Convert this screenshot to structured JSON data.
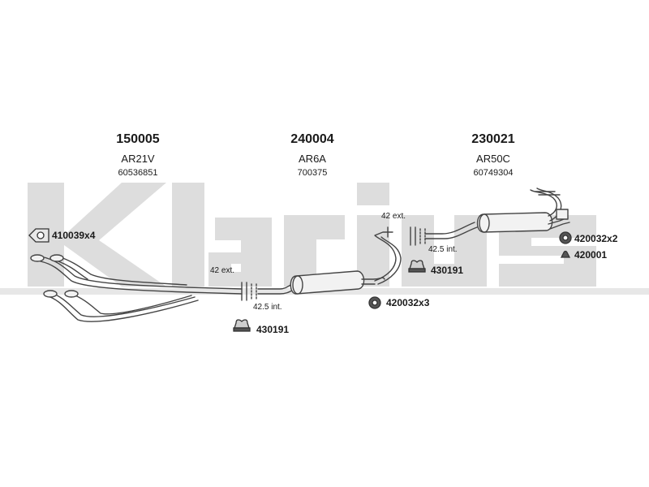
{
  "watermark": {
    "brand": "Klarius",
    "color": "#dddddd"
  },
  "groups": [
    {
      "part_number": "150005",
      "code": "AR21V",
      "reference": "60536851"
    },
    {
      "part_number": "240004",
      "code": "AR6A",
      "reference": "700375"
    },
    {
      "part_number": "230021",
      "code": "AR50C",
      "reference": "60749304"
    }
  ],
  "joints": [
    {
      "ext": "42 ext.",
      "int": "42.5 int."
    },
    {
      "ext": "42 ext.",
      "int": "42.5 int."
    }
  ],
  "fittings": [
    {
      "label": "410039x4",
      "icon": "gasket-icon"
    },
    {
      "label": "430191",
      "icon": "rubber-mount-icon"
    },
    {
      "label": "430191",
      "icon": "rubber-mount-icon"
    },
    {
      "label": "420032x3",
      "icon": "clamp-icon"
    },
    {
      "label": "420032x2",
      "icon": "clamp-icon"
    },
    {
      "label": "420001",
      "icon": "hanger-icon"
    }
  ],
  "colors": {
    "line": "#444444",
    "fill": "#f2f2f2",
    "text": "#1a1a1a"
  }
}
